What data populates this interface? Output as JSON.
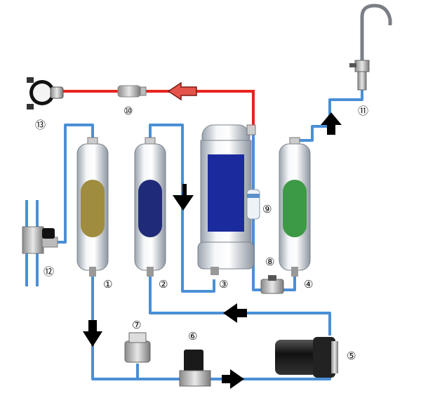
{
  "colors": {
    "pipe_blue": "#4a8fd6",
    "pipe_red": "#e8231f",
    "arrow": "#000000",
    "arrow_red": "#e5544a",
    "sediment_media": "#a08c3e",
    "carbon_media": "#1f2b78",
    "membrane_media": "#1b2a9c",
    "post_media": "#3c9a46",
    "housing": "#dde2e8"
  },
  "labels": {
    "n1": "①",
    "n2": "②",
    "n3": "③",
    "n4": "④",
    "n5": "⑤",
    "n6": "⑥",
    "n7": "⑦",
    "n8": "⑧",
    "n9": "⑨",
    "n10": "⑩",
    "n11": "⑪",
    "n12": "⑫",
    "n13": "⑬"
  },
  "icons": {
    "flow_arrow": "flow-arrow-icon",
    "faucet": "faucet-icon",
    "pump": "booster-pump-icon",
    "tank_valve": "tank-valve-icon"
  }
}
